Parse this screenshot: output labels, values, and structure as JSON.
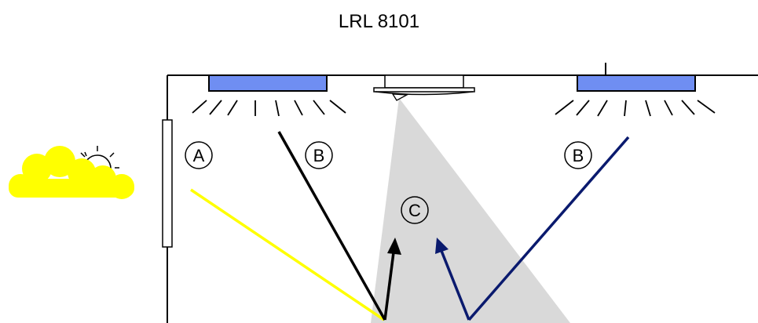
{
  "diagram": {
    "title": "LRL 8101",
    "labels": {
      "a": "A",
      "b_left": "B",
      "b_right": "B",
      "c": "C"
    },
    "colors": {
      "daylight_ray": "#ffff00",
      "artificial_ray_left": "#000000",
      "artificial_ray_right": "#0a1a6e",
      "luminaire": "#6f8ef2",
      "sensor_cone": "#d9d9d9",
      "cloud": "#ffff00",
      "walls": "#000000"
    }
  }
}
